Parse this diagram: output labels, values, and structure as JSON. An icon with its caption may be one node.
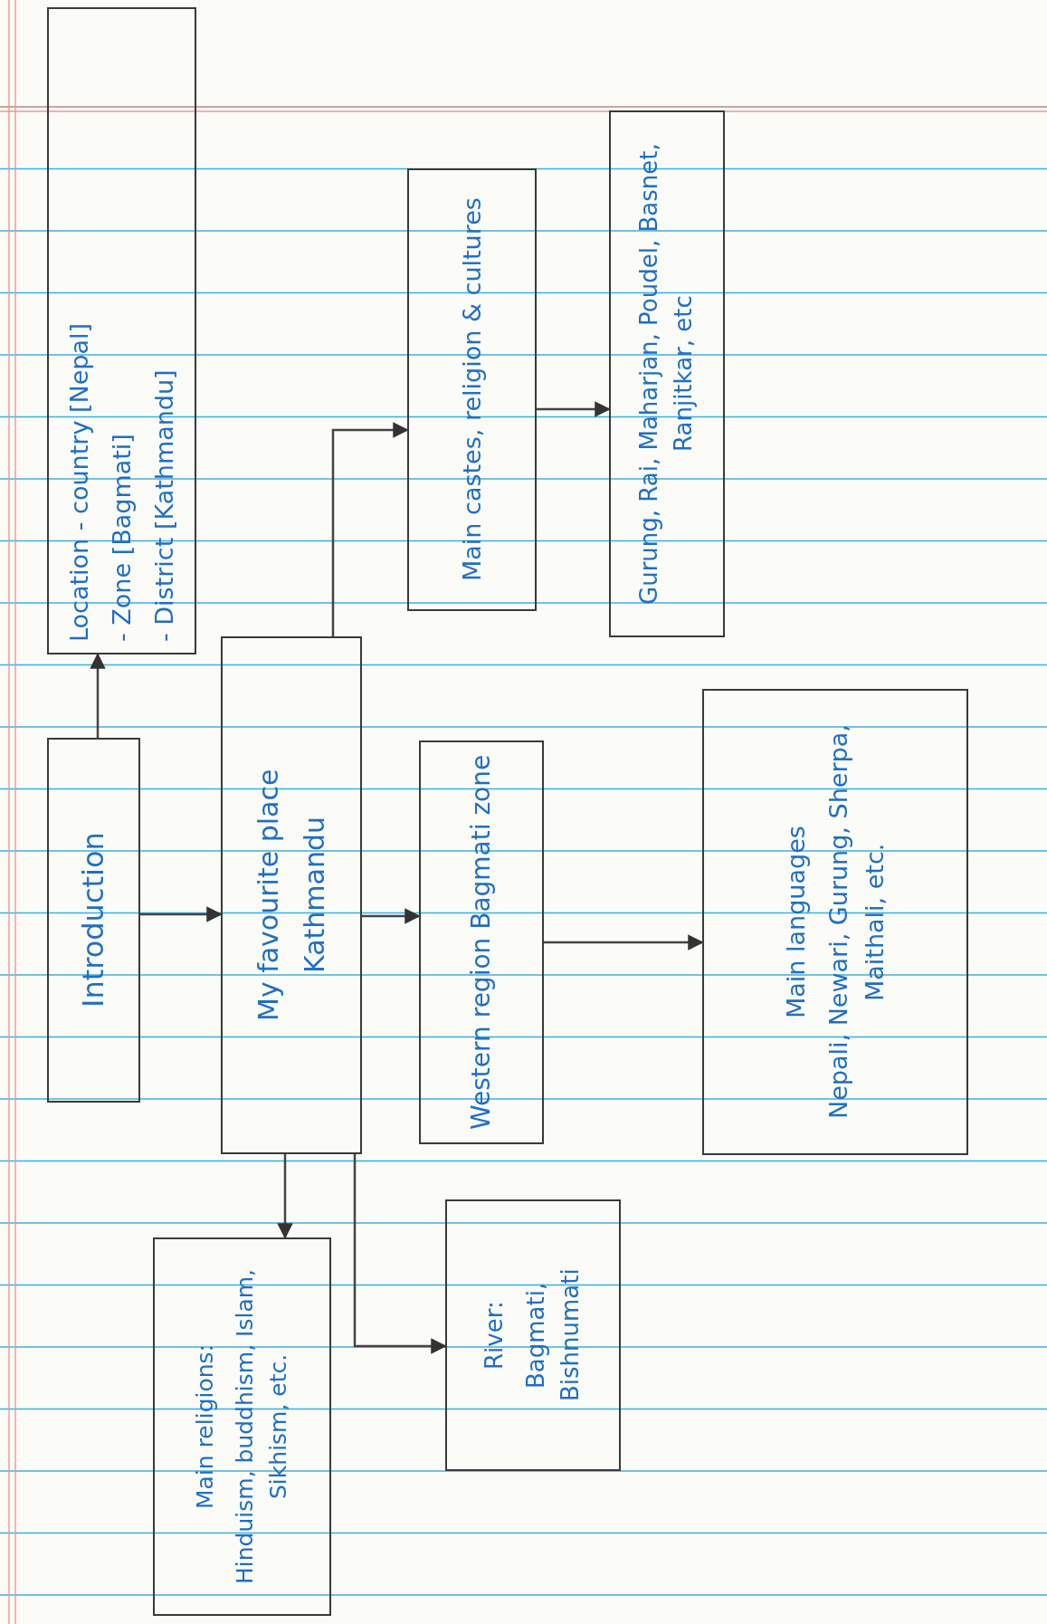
{
  "diagram": {
    "nodes": [
      {
        "text": [
          "Location - country [Nepal]",
          "- Zone [Bagmati]",
          "- District [Kathmandu]"
        ]
      },
      {
        "text": [
          "Introduction"
        ]
      },
      {
        "text": [
          "My favourite place",
          "Kathmandu"
        ]
      },
      {
        "text": [
          "Main castes, religion & cultures"
        ]
      },
      {
        "text": [
          "Gurung, Rai, Maharjan, Poudel, Basnet, Ranjitkar, etc"
        ]
      },
      {
        "text": [
          "Western region Bagmati zone"
        ]
      },
      {
        "text": [
          "Main languages",
          "Nepali, Newari, Gurung, Sherpa, Maithali, etc."
        ]
      },
      {
        "text": [
          "Main religions:",
          "Hinduism, buddhism, Islam, Sikhism, etc."
        ]
      },
      {
        "text": [
          "River:",
          "Bagmati, Bishnumati"
        ]
      }
    ],
    "edges": [
      {
        "from": 1,
        "to": 0,
        "arrow": "to"
      },
      {
        "from": 1,
        "to": 2,
        "arrow": "to"
      },
      {
        "from": 2,
        "to": 3,
        "arrow": "to"
      },
      {
        "from": 2,
        "to": 5,
        "arrow": "to"
      },
      {
        "from": 2,
        "to": 7,
        "arrow": "to"
      },
      {
        "from": 2,
        "to": 8,
        "arrow": "to"
      },
      {
        "from": 3,
        "to": 4,
        "arrow": "to"
      },
      {
        "from": 5,
        "to": 6,
        "arrow": "to"
      }
    ]
  }
}
